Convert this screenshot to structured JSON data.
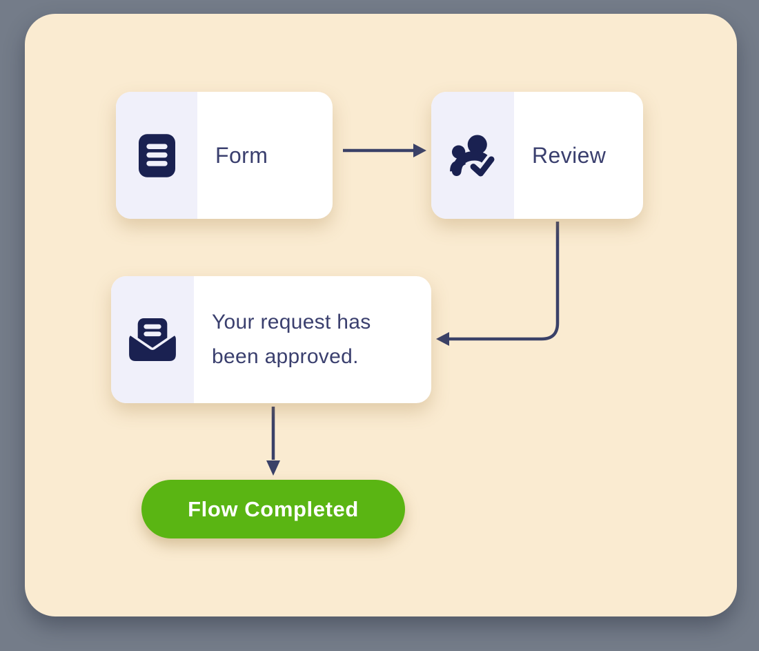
{
  "nodes": {
    "form": {
      "label": "Form",
      "icon": "form-document-icon"
    },
    "review": {
      "label": "Review",
      "icon": "people-check-icon"
    },
    "message": {
      "line1": "Your request has",
      "line2": "been approved.",
      "icon": "envelope-message-icon"
    }
  },
  "end_badge": {
    "label": "Flow Completed"
  },
  "connections": [
    {
      "from": "form",
      "to": "review"
    },
    {
      "from": "review",
      "to": "message"
    },
    {
      "from": "message",
      "to": "end_badge"
    }
  ],
  "colors": {
    "outer_background": "#747C89",
    "panel_background": "#FAEBD1",
    "card_background": "#FFFFFF",
    "icon_panel_background": "#F0F0FA",
    "icon_color": "#1A2151",
    "text_color": "#3A3F6E",
    "arrow_color": "#3A4168",
    "completed_green": "#5AB513",
    "completed_text": "#FFFFFF"
  }
}
